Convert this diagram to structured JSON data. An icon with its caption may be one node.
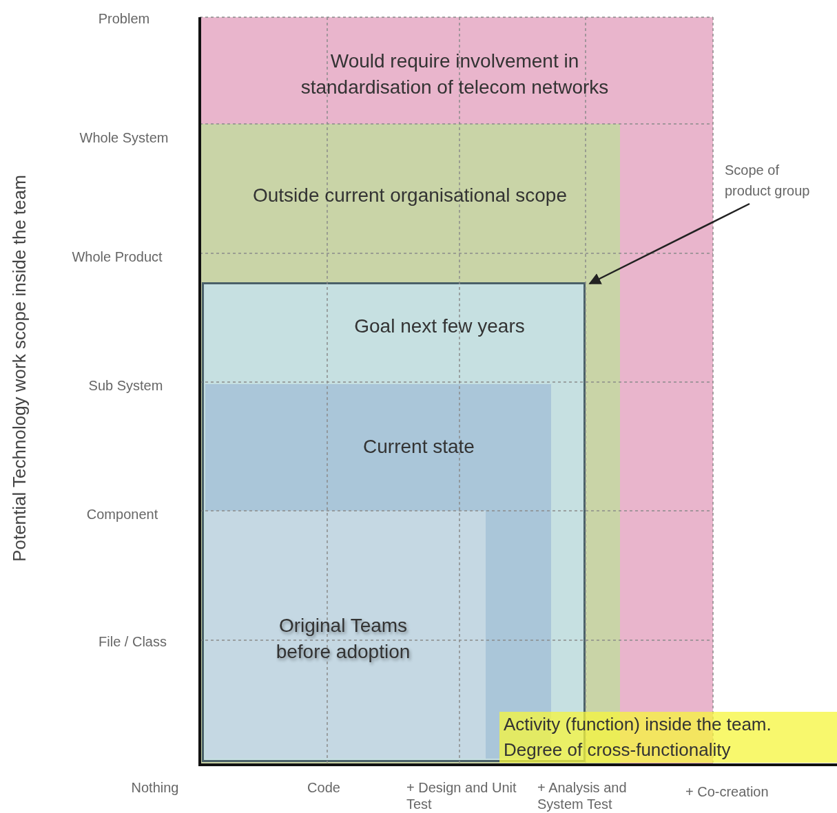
{
  "diagram": {
    "nodes": [
      {
        "text": [
          "Would require involvement in standardisation of telecom networks"
        ]
      },
      {
        "text": [
          "Outside current organisational scope"
        ],
        "in": 0
      },
      {
        "text": [
          "Goal next few years"
        ],
        "in": 1
      },
      {
        "text": [
          "Current state"
        ],
        "in": 2
      },
      {
        "text": [
          "Original Teams before adoption"
        ],
        "in": 2
      },
      {
        "text": [
          "Scope of product group"
        ]
      }
    ],
    "edges": [
      {
        "from": 5,
        "to": 2,
        "arrow": "to"
      }
    ],
    "labels": [
      "Problem",
      "Whole System",
      "Whole Product",
      "Sub System",
      "Component",
      "File / Class",
      "Potential Technology work scope inside the team",
      "Activity (function) inside the team. Degree of cross-functionality",
      "Nothing",
      "Code",
      "+ Design and Unit Test",
      "+ Analysis and System Test",
      "+ Co-creation"
    ]
  }
}
